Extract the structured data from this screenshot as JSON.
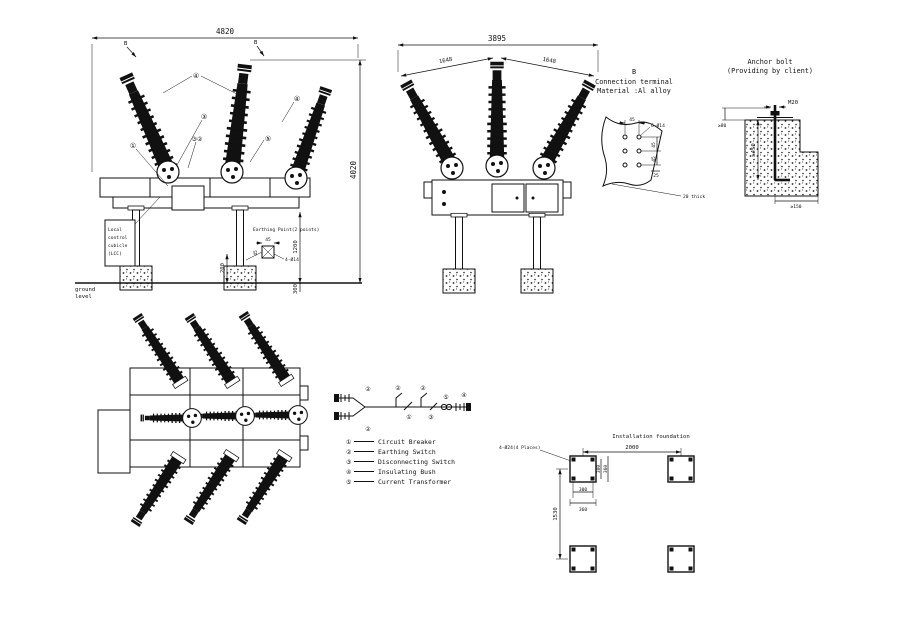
{
  "front_view": {
    "dim_width": "4820",
    "dim_height": "4020",
    "dim_1200": "1200",
    "dim_300": "300",
    "dim_200": "200",
    "marker_b": "B",
    "earthing_title": "Earthing Point(2 points)",
    "earthing_dim_h": "45",
    "earthing_dim_v": "45",
    "earthing_holes": "4-Ø14",
    "lbl_bush": "④",
    "lbl_ds": "③",
    "lbl_cb": "①",
    "lbl_pair": "③②",
    "lbl_ct": "⑤",
    "lbl_bush2": "④",
    "lcc1": "Local",
    "lcc2": "control",
    "lcc3": "cubicle",
    "lcc4": "(LCC)",
    "ground1": "ground",
    "ground2": "level"
  },
  "side_view": {
    "dim_width": "3895",
    "dim_left": "1648",
    "dim_right": "1648"
  },
  "terminal_detail": {
    "title1": "B",
    "title2": "Connection terminal",
    "title3": "Material :Al alloy",
    "dim_45_top": "45",
    "holes": "6-Ø14",
    "dim_45_a": "45",
    "dim_45_b": "45",
    "dim_25": "25",
    "thickness": "20 thick"
  },
  "anchor_bolt": {
    "title1": "Anchor bolt",
    "title2": "(Providing by client)",
    "bolt_size": "M20",
    "dim_80": "≥80",
    "dim_450": "≥450",
    "dim_150": "≥150"
  },
  "schematic": {
    "earthing_switch": "②",
    "circuit_breaker": "①",
    "disconnecting_switch": "③",
    "current_transformer": "⑤",
    "insulating_bush": "④"
  },
  "legend": {
    "items": [
      {
        "num": "①",
        "label": "Circuit Breaker"
      },
      {
        "num": "②",
        "label": "Earthing Switch"
      },
      {
        "num": "③",
        "label": "Disconnecting Switch"
      },
      {
        "num": "④",
        "label": "Insulating Bush"
      },
      {
        "num": "⑤",
        "label": "Current Transformer"
      }
    ]
  },
  "foundation": {
    "title": "Installation foundation",
    "bolt_label": "4-Ø24(4 Places)",
    "dim_2000": "2000",
    "dim_1530": "1530",
    "dim_v300": "300",
    "dim_v360": "360",
    "dim_h300": "300",
    "dim_h360": "360"
  }
}
